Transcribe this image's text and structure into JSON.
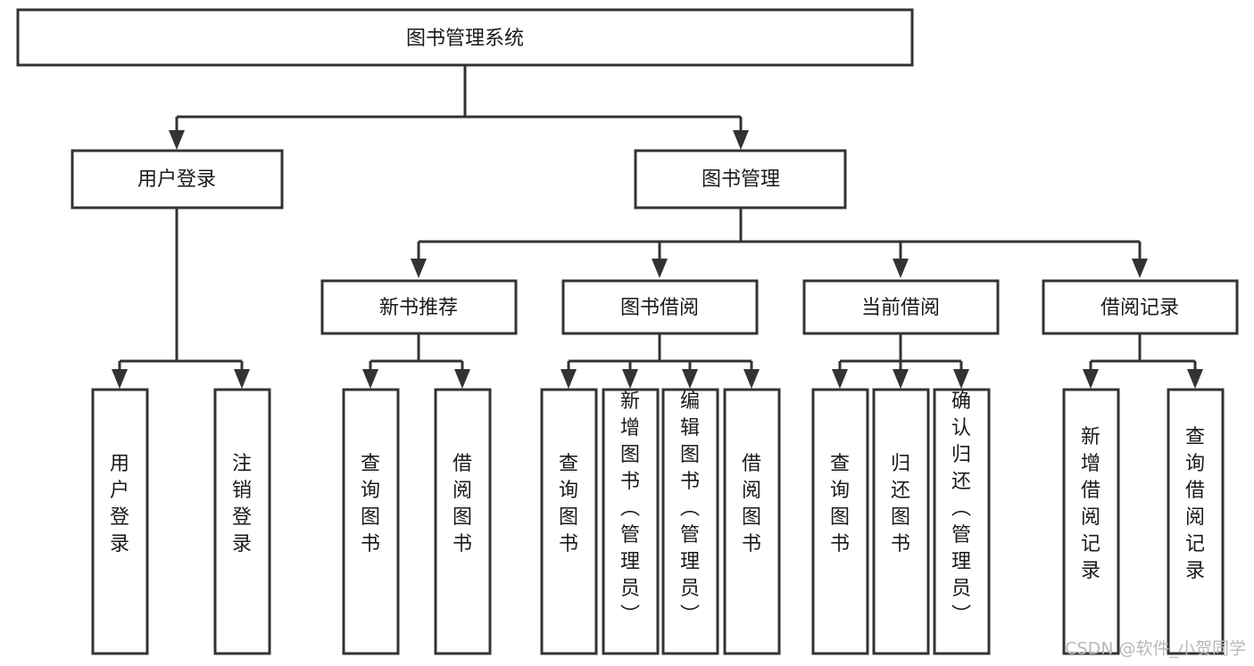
{
  "diagram": {
    "type": "tree",
    "title": "图书管理系统",
    "orientation": "top-down",
    "colors": {
      "box_fill": "#ffffff",
      "box_stroke": "#333333",
      "text": "#1a1a1a",
      "watermark": "#b9b9b9",
      "background": "#ffffff"
    },
    "root": {
      "label": "图书管理系统"
    },
    "level2": [
      {
        "label": "用户登录"
      },
      {
        "label": "图书管理"
      }
    ],
    "level3": [
      {
        "label": "新书推荐"
      },
      {
        "label": "图书借阅"
      },
      {
        "label": "当前借阅"
      },
      {
        "label": "借阅记录"
      }
    ],
    "leaves": {
      "user_login": [
        {
          "label": "用户登录"
        },
        {
          "label": "注销登录"
        }
      ],
      "new_book_recommend": [
        {
          "label": "查询图书"
        },
        {
          "label": "借阅图书"
        }
      ],
      "book_borrow": [
        {
          "label": "查询图书"
        },
        {
          "label": "新增图书（管理员）"
        },
        {
          "label": "编辑图书（管理员）"
        },
        {
          "label": "借阅图书"
        }
      ],
      "current_borrow": [
        {
          "label": "查询图书"
        },
        {
          "label": "归还图书"
        },
        {
          "label": "确认归还（管理员）"
        }
      ],
      "borrow_record": [
        {
          "label": "新增借阅记录"
        },
        {
          "label": "查询借阅记录"
        }
      ]
    }
  },
  "watermark": {
    "text": "CSDN @软件_小贺同学"
  }
}
